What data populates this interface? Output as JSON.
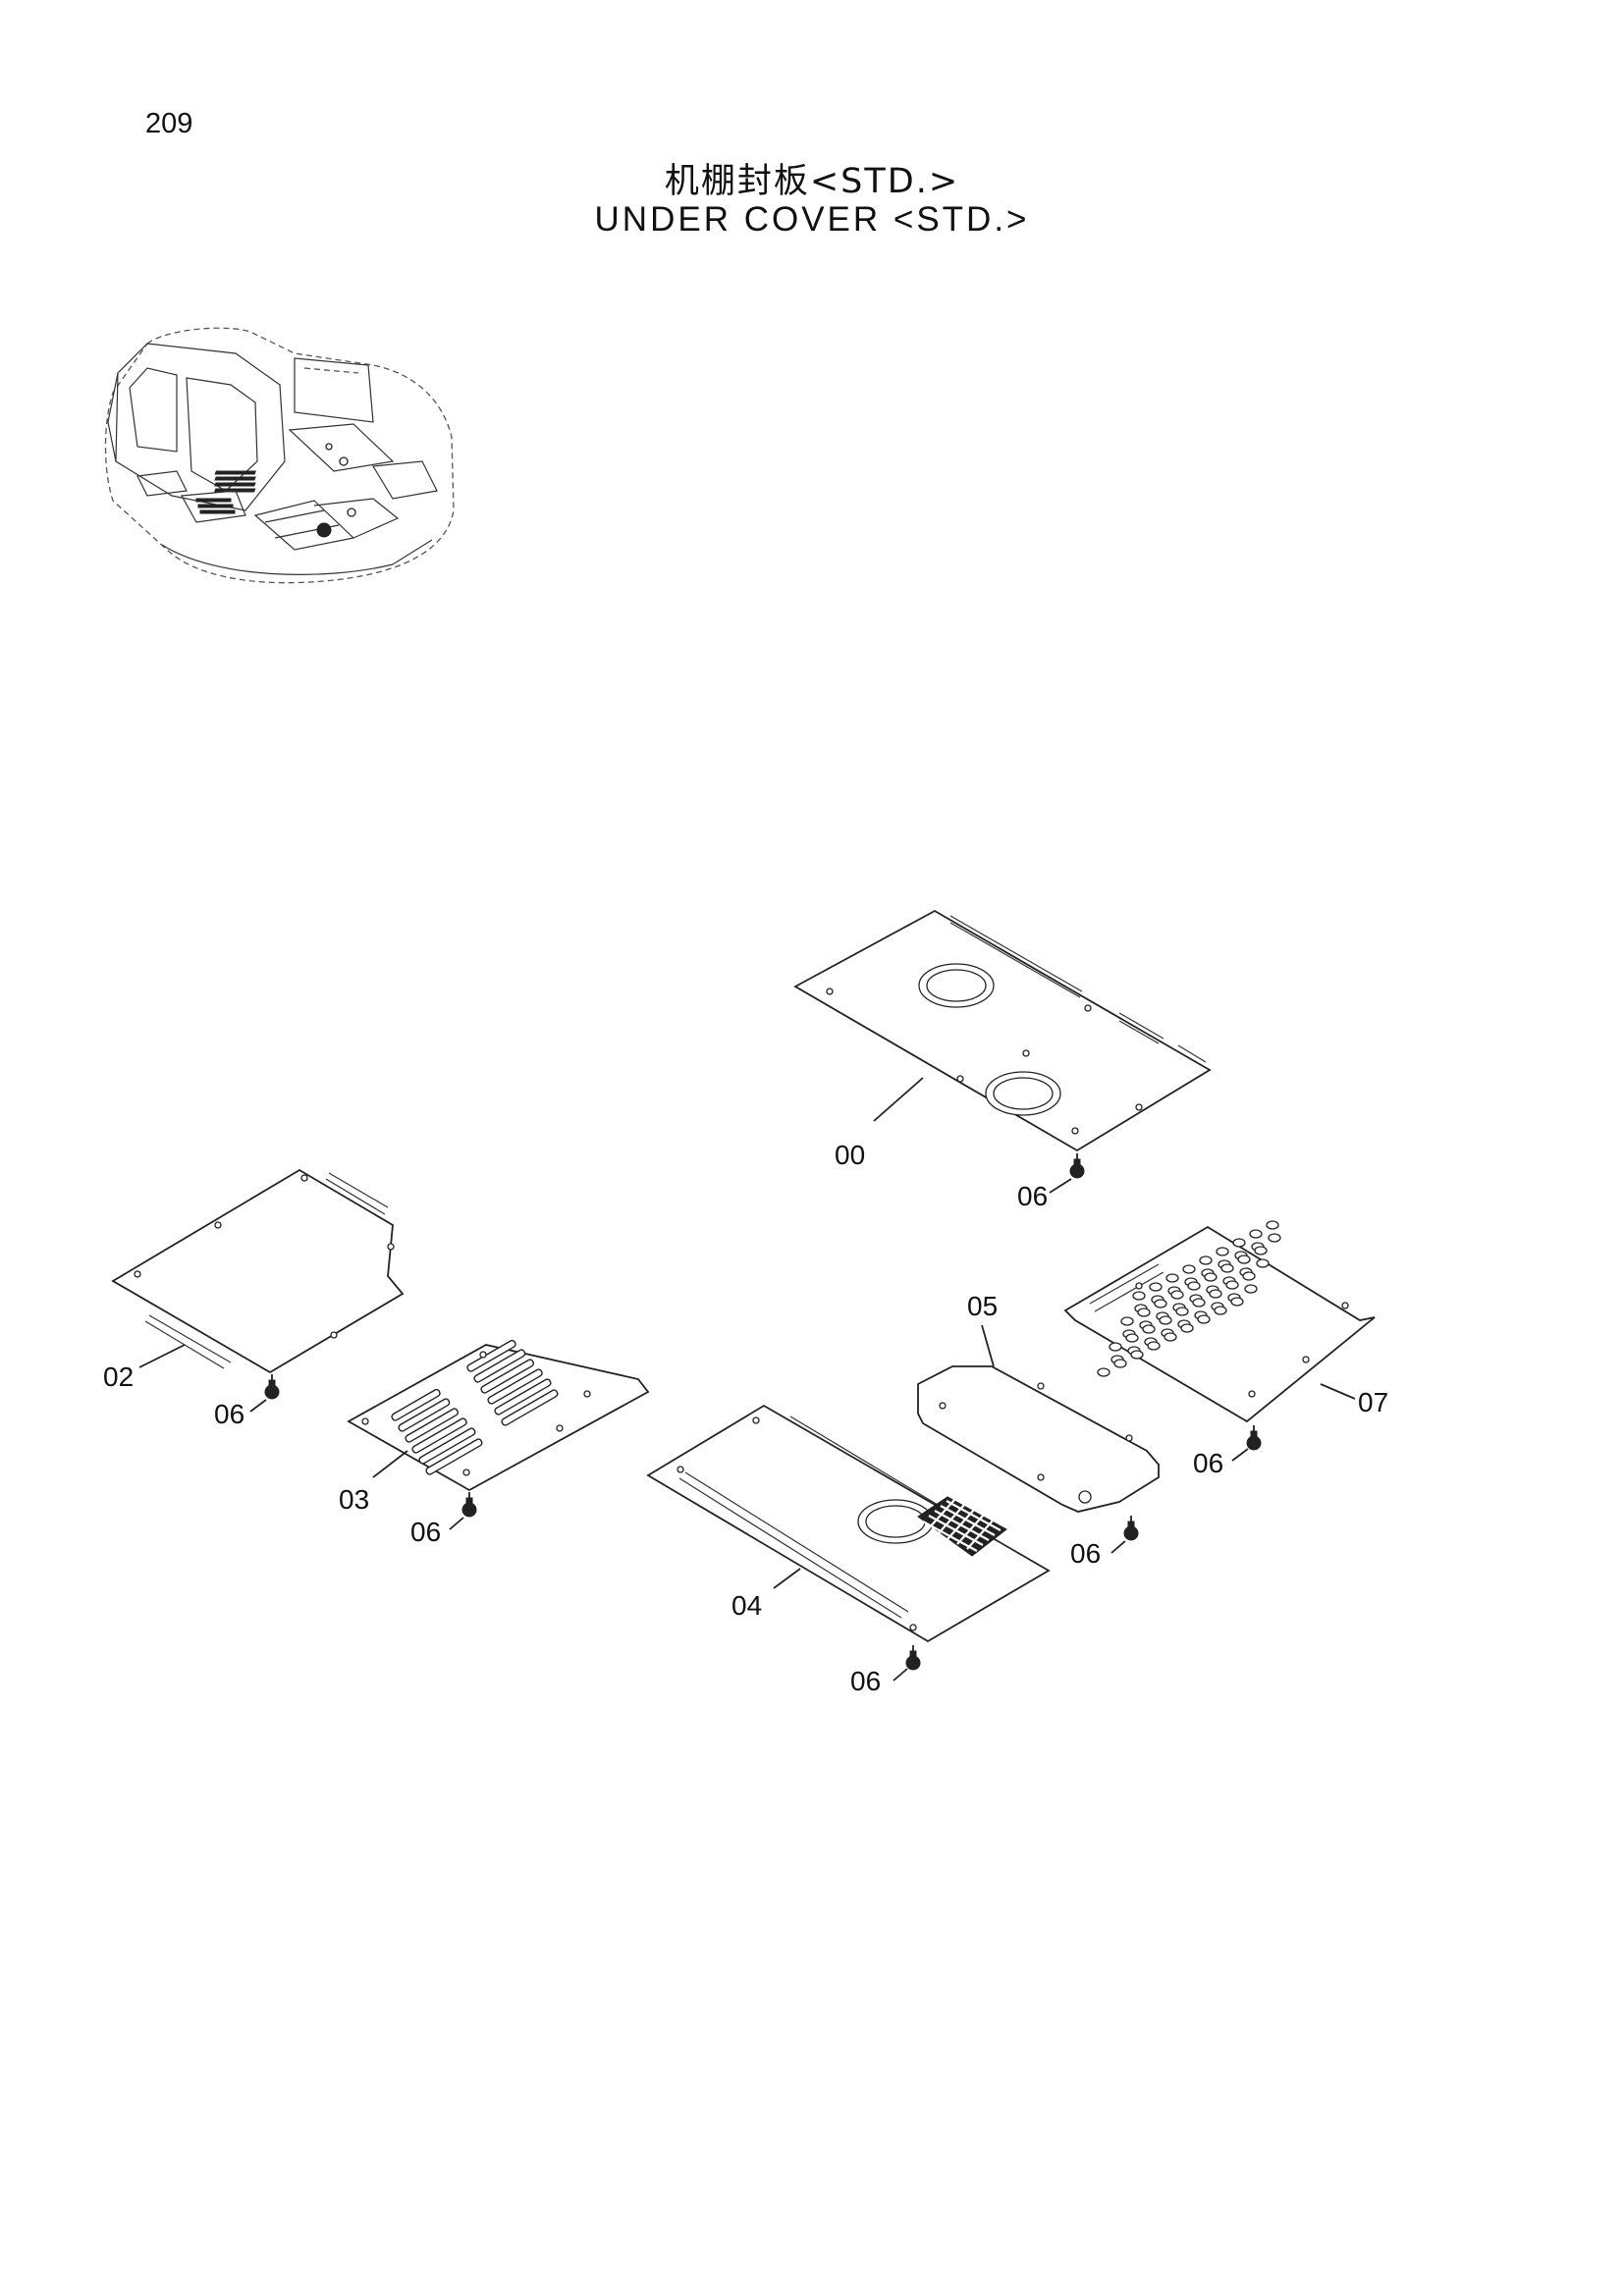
{
  "page_number": "209",
  "title_cn": "机棚封板<STD.>",
  "title_en": "UNDER  COVER <STD.>",
  "callouts": {
    "p00": "00",
    "p02": "02",
    "p03": "03",
    "p04": "04",
    "p05": "05",
    "p07": "07",
    "bolt": "06"
  }
}
